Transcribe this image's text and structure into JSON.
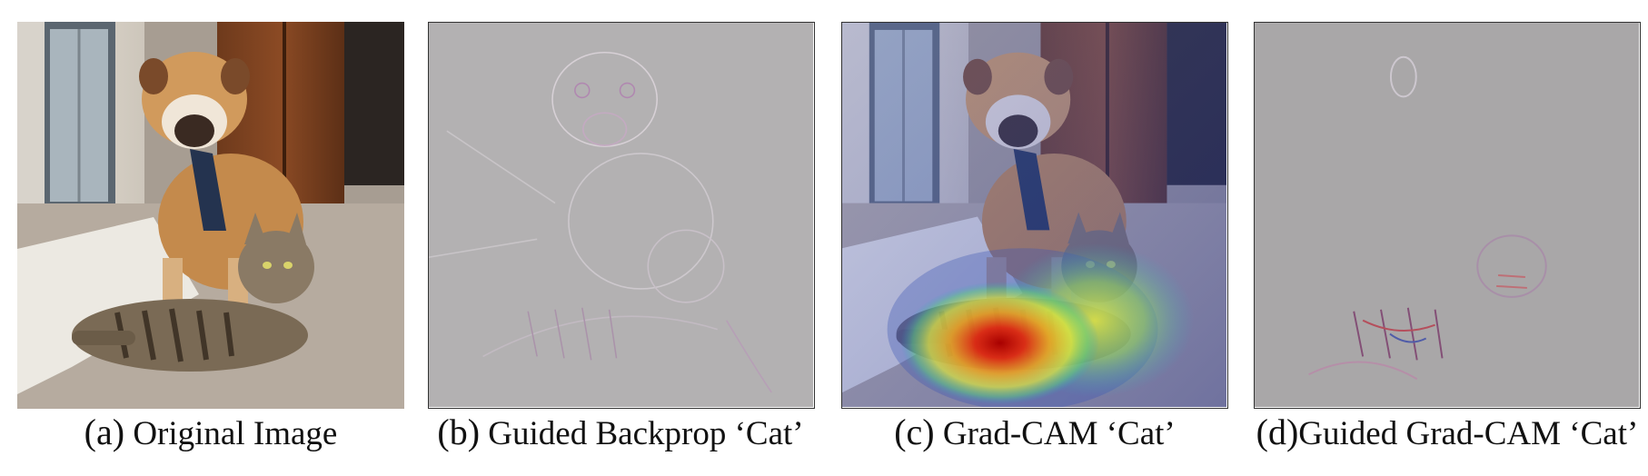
{
  "figure": {
    "panels": [
      {
        "tag": "(a)",
        "caption": "Original Image"
      },
      {
        "tag": "(b)",
        "caption": "Guided Backprop ‘Cat’"
      },
      {
        "tag": "(c)",
        "caption": "Grad-CAM ‘Cat’"
      },
      {
        "tag": "(d)",
        "caption": "Guided Grad-CAM ‘Cat’"
      }
    ]
  }
}
